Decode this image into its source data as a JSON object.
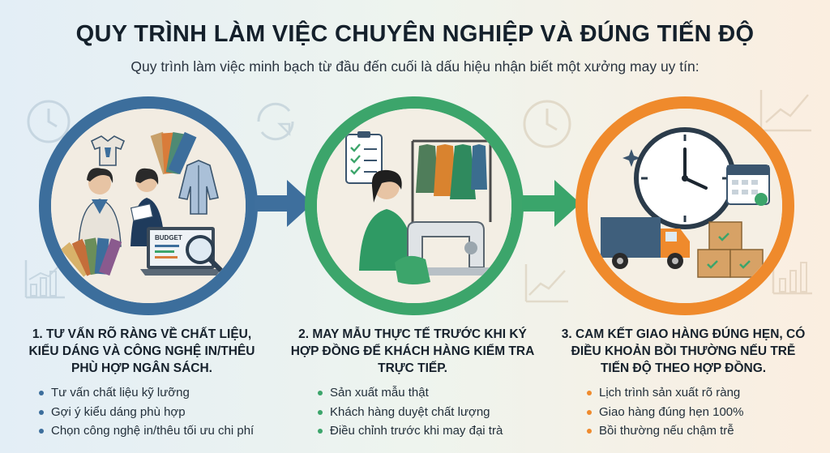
{
  "header": {
    "title": "QUY TRÌNH LÀM VIỆC CHUYÊN NGHIỆP VÀ ĐÚNG TIẾN ĐỘ",
    "subtitle": "Quy trình làm việc minh bạch từ đầu đến cuối là dấu hiệu nhận biết một xưởng may uy tín:"
  },
  "colors": {
    "step1": "#3c6e9c",
    "step2": "#3ca56b",
    "step3": "#ef8a2c"
  },
  "steps": [
    {
      "heading": "1. TƯ VẤN RÕ RÀNG VỀ CHẤT LIỆU, KIỂU DÁNG VÀ CÔNG NGHỆ IN/THÊU PHÙ HỢP NGÂN SÁCH.",
      "illustration_label": "BUDGET",
      "icons": [
        "consultant-people-icon",
        "color-swatch-icon",
        "laptop-icon",
        "magnifier-icon",
        "shirt-icon"
      ],
      "bullets": [
        "Tư vấn chất liệu kỹ lưỡng",
        "Gợi ý kiểu dáng phù hợp",
        "Chọn công nghệ in/thêu tối ưu chi phí"
      ]
    },
    {
      "heading": "2. MAY MẪU THỰC TẾ TRƯỚC KHI KÝ HỢP ĐỒNG ĐỂ KHÁCH HÀNG KIỂM TRA TRỰC TIẾP.",
      "icons": [
        "checklist-icon",
        "clothes-rack-icon",
        "sewing-machine-icon",
        "seamstress-icon"
      ],
      "bullets": [
        "Sản xuất mẫu thật",
        "Khách hàng duyệt chất lượng",
        "Điều chỉnh trước khi may đại trà"
      ]
    },
    {
      "heading": "3. CAM KẾT GIAO HÀNG ĐÚNG HẸN, CÓ ĐIỀU KHOẢN BỒI THƯỜNG NẾU TRỄ TIẾN ĐỘ THEO HỢP ĐỒNG.",
      "icons": [
        "clock-icon",
        "calendar-icon",
        "delivery-truck-icon",
        "boxes-icon"
      ],
      "bullets": [
        "Lịch trình sản xuất rõ ràng",
        "Giao hàng đúng hẹn 100%",
        "Bồi thường nếu chậm trễ"
      ]
    }
  ]
}
